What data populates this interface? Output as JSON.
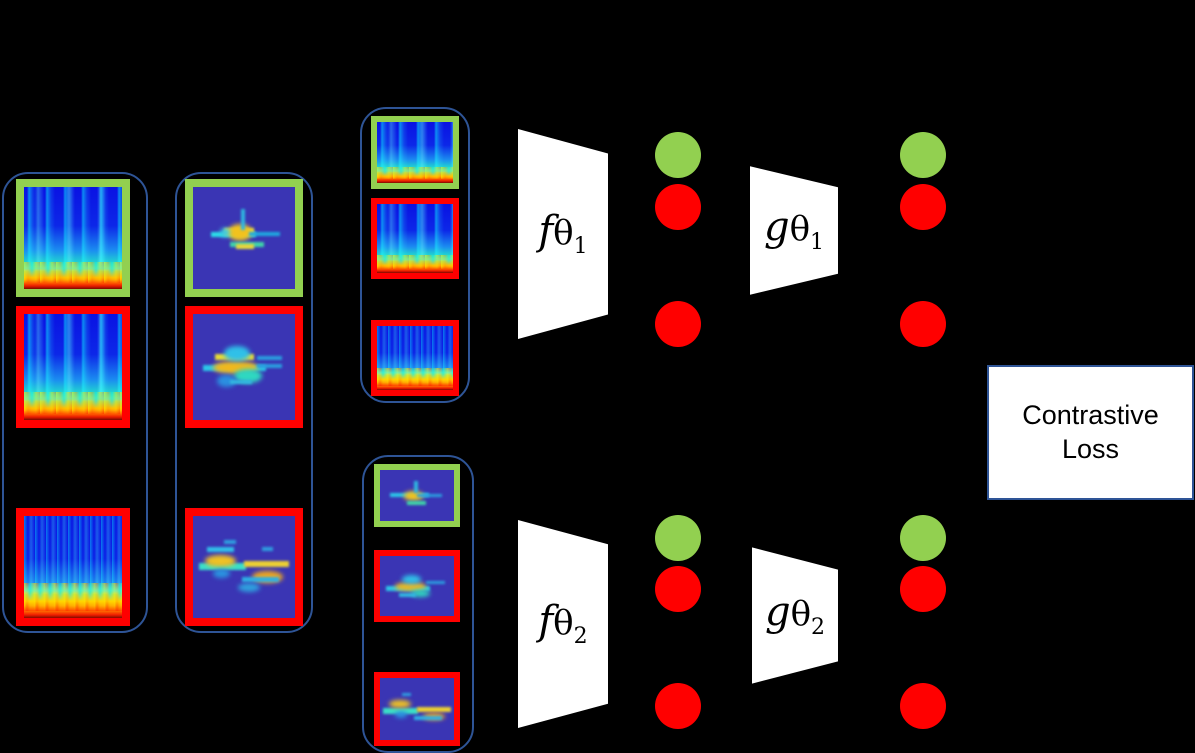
{
  "diagram": {
    "title": "Contrastive self-supervised audio representation learning pipeline",
    "background_color": "#000000",
    "colors": {
      "positive_border": "#92D050",
      "negative_border": "#FF0000",
      "group_border": "#2E5496",
      "encoder_fill": "#FFFFFF",
      "loss_box_border": "#2E5496"
    }
  },
  "groups": [
    {
      "name": "audio-bank-a",
      "label": ""
    },
    {
      "name": "audio-bank-b",
      "label": ""
    },
    {
      "name": "branch-1-inputs",
      "label": ""
    },
    {
      "name": "branch-2-inputs",
      "label": ""
    }
  ],
  "spectrograms": {
    "column_a": [
      {
        "name": "speech-anchor",
        "role": "anchor",
        "border": "green",
        "kind": "speech"
      },
      {
        "name": "speech-positive",
        "role": "positive",
        "border": "red",
        "kind": "speech"
      },
      {
        "name": "speech-negative",
        "role": "negative",
        "border": "red",
        "kind": "speech-dense"
      }
    ],
    "column_b": [
      {
        "name": "music-anchor",
        "role": "anchor",
        "border": "green",
        "kind": "music"
      },
      {
        "name": "music-positive",
        "role": "positive",
        "border": "red",
        "kind": "music"
      },
      {
        "name": "music-negative",
        "role": "negative",
        "border": "red",
        "kind": "music-dense"
      }
    ],
    "branch_1": [
      {
        "name": "branch1-anchor",
        "role": "anchor",
        "border": "green",
        "kind": "speech"
      },
      {
        "name": "branch1-positive",
        "role": "positive",
        "border": "red",
        "kind": "speech"
      },
      {
        "name": "branch1-negative",
        "role": "negative",
        "border": "red",
        "kind": "speech-dense"
      }
    ],
    "branch_2": [
      {
        "name": "branch2-anchor",
        "role": "anchor",
        "border": "green",
        "kind": "music"
      },
      {
        "name": "branch2-positive",
        "role": "positive",
        "border": "red",
        "kind": "music"
      },
      {
        "name": "branch2-negative",
        "role": "negative",
        "border": "red",
        "kind": "music-dense"
      }
    ]
  },
  "encoders": [
    {
      "name": "encoder-f-theta-1",
      "fn": "f",
      "theta": "θ",
      "subscript": "1"
    },
    {
      "name": "encoder-f-theta-2",
      "fn": "f",
      "theta": "θ",
      "subscript": "2"
    }
  ],
  "projectors": [
    {
      "name": "projector-g-theta-1",
      "fn": "g",
      "theta": "θ",
      "subscript": "1"
    },
    {
      "name": "projector-g-theta-2",
      "fn": "g",
      "theta": "θ",
      "subscript": "2"
    }
  ],
  "embeddings": {
    "branch_1_encoder_out": [
      {
        "name": "embedding-anchor",
        "color": "green"
      },
      {
        "name": "embedding-positive",
        "color": "red"
      },
      {
        "name": "embedding-negative",
        "color": "red"
      }
    ],
    "branch_1_projector_out": [
      {
        "name": "projection-anchor",
        "color": "green"
      },
      {
        "name": "projection-positive",
        "color": "red"
      },
      {
        "name": "projection-negative",
        "color": "red"
      }
    ],
    "branch_2_encoder_out": [
      {
        "name": "embedding-anchor",
        "color": "green"
      },
      {
        "name": "embedding-positive",
        "color": "red"
      },
      {
        "name": "embedding-negative",
        "color": "red"
      }
    ],
    "branch_2_projector_out": [
      {
        "name": "projection-anchor",
        "color": "green"
      },
      {
        "name": "projection-positive",
        "color": "red"
      },
      {
        "name": "projection-negative",
        "color": "red"
      }
    ]
  },
  "loss": {
    "line1": "Contrastive",
    "line2": "Loss"
  }
}
